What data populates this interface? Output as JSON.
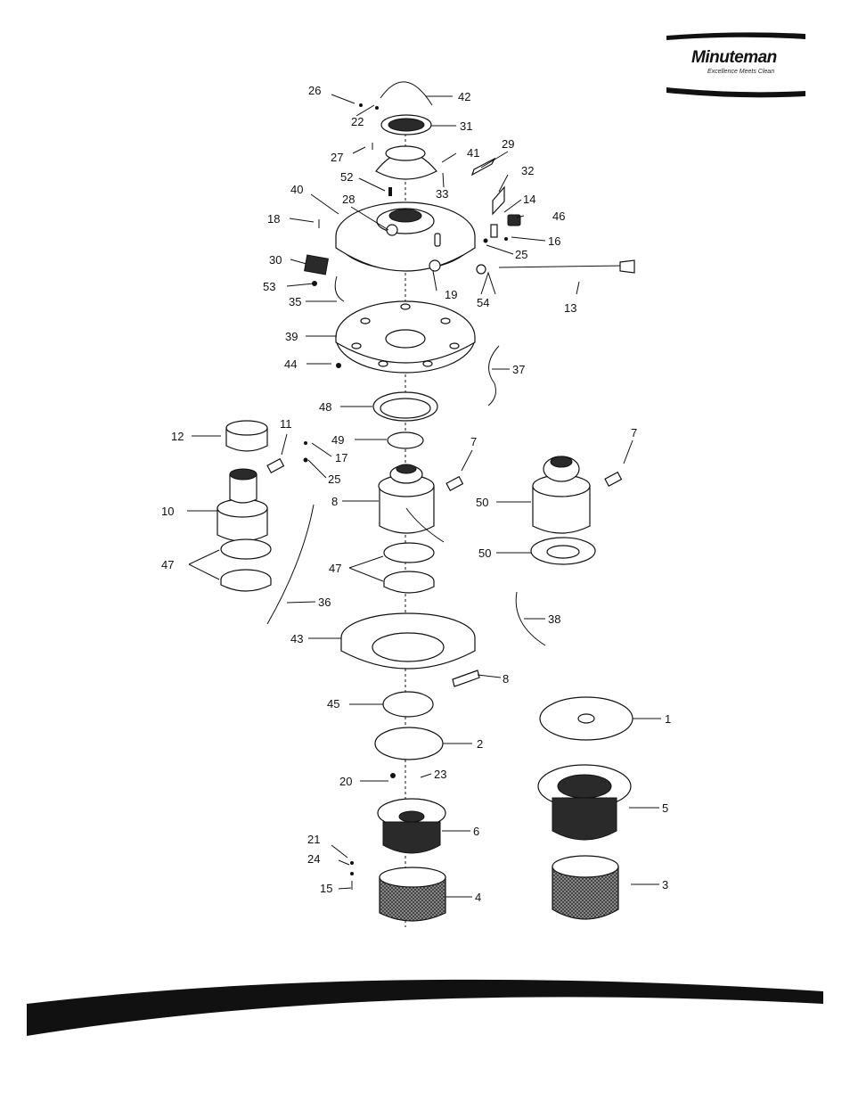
{
  "logo": {
    "brand": "Minuteman",
    "tagline": "Excellence Meets Clean"
  },
  "callouts": {
    "c26": "26",
    "c42": "42",
    "c22": "22",
    "c31": "31",
    "c27": "27",
    "c41": "41",
    "c29": "29",
    "c32": "32",
    "c33": "33",
    "c52": "52",
    "c40": "40",
    "c28": "28",
    "c14": "14",
    "c46": "46",
    "c18": "18",
    "c16": "16",
    "c25a": "25",
    "c30": "30",
    "c19": "19",
    "c53": "53",
    "c54": "54",
    "c13": "13",
    "c35": "35",
    "c39": "39",
    "c37": "37",
    "c44": "44",
    "c48": "48",
    "c12": "12",
    "c11": "11",
    "c49": "49",
    "c7a": "7",
    "c7b": "7",
    "c17": "17",
    "c25b": "25",
    "c10": "10",
    "c8a": "8",
    "c50a": "50",
    "c50b": "50",
    "c47a": "47",
    "c47b": "47",
    "c36": "36",
    "c38": "38",
    "c43": "43",
    "c8b": "8",
    "c45": "45",
    "c1": "1",
    "c2": "2",
    "c23": "23",
    "c20": "20",
    "c5": "5",
    "c21": "21",
    "c6": "6",
    "c24": "24",
    "c3": "3",
    "c15": "15",
    "c4": "4"
  }
}
